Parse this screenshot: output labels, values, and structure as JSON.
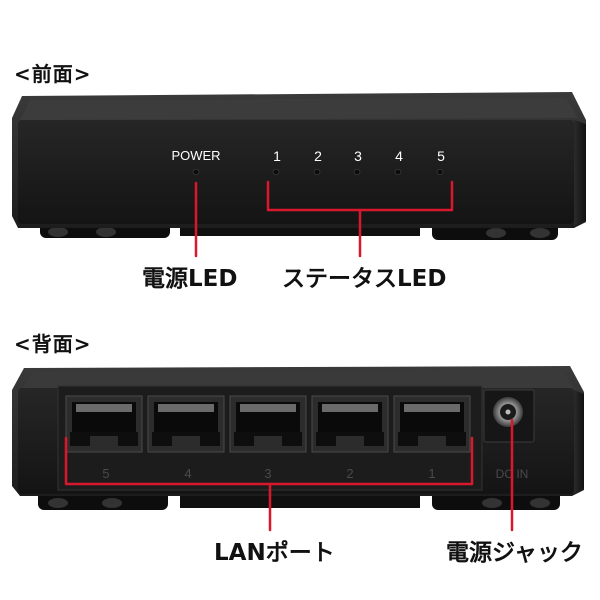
{
  "front": {
    "section_title": "<前面>",
    "power_label": "POWER",
    "port_numbers": [
      "1",
      "2",
      "3",
      "4",
      "5"
    ],
    "callouts": {
      "power_led": "電源LED",
      "status_led": "ステータスLED"
    }
  },
  "back": {
    "section_title": "<背面>",
    "port_numbers": [
      "5",
      "4",
      "3",
      "2",
      "1"
    ],
    "dc_in_label": "DC IN",
    "callouts": {
      "lan_ports": "LANポート",
      "power_jack": "電源ジャック"
    }
  },
  "colors": {
    "device_body": "#232323",
    "device_face": "#1a1a1a",
    "callout_line": "#d9182d",
    "led_dot": "#0b0b0b",
    "label_text": "#ffffff"
  }
}
